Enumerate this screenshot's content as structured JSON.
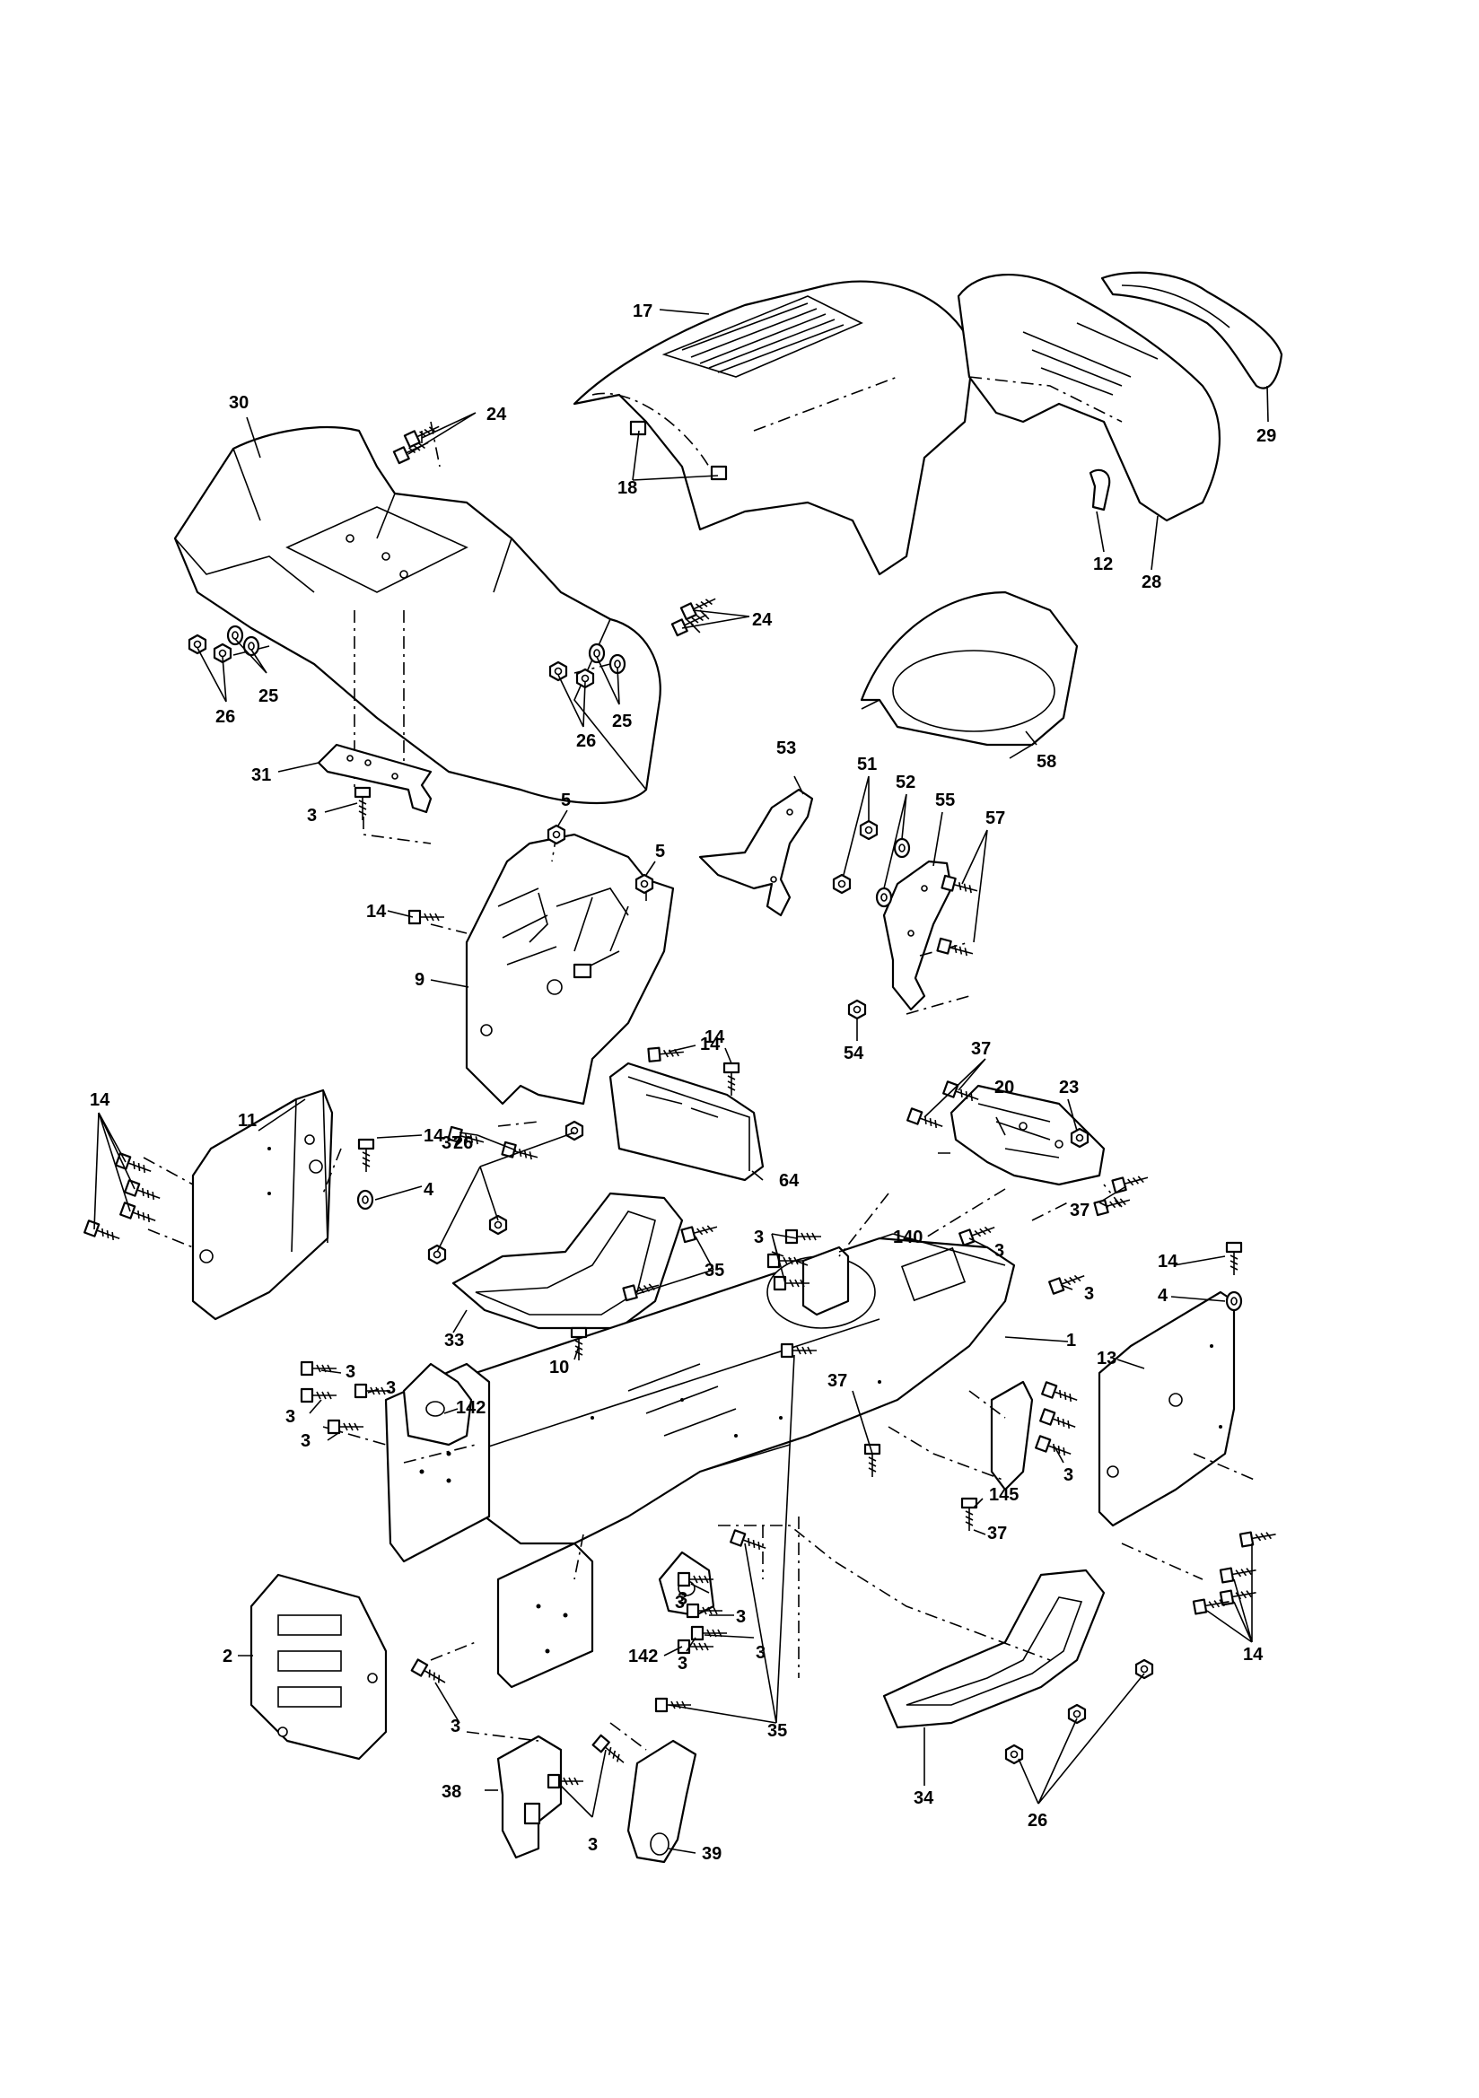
{
  "callouts": [
    "17",
    "30",
    "24",
    "18",
    "12",
    "28",
    "29",
    "24",
    "25",
    "26",
    "26",
    "25",
    "58",
    "31",
    "3",
    "53",
    "51",
    "52",
    "55",
    "57",
    "5",
    "5",
    "14",
    "9",
    "54",
    "14",
    "14",
    "37",
    "37",
    "20",
    "23",
    "11",
    "14",
    "14",
    "4",
    "26",
    "64",
    "37",
    "3",
    "140",
    "3",
    "14",
    "4",
    "3",
    "35",
    "33",
    "10",
    "1",
    "13",
    "3",
    "3",
    "142",
    "3",
    "3",
    "3",
    "37",
    "145",
    "37",
    "3",
    "2",
    "3",
    "142",
    "3",
    "3",
    "3",
    "35",
    "14",
    "3",
    "38",
    "3",
    "39",
    "34",
    "26"
  ]
}
